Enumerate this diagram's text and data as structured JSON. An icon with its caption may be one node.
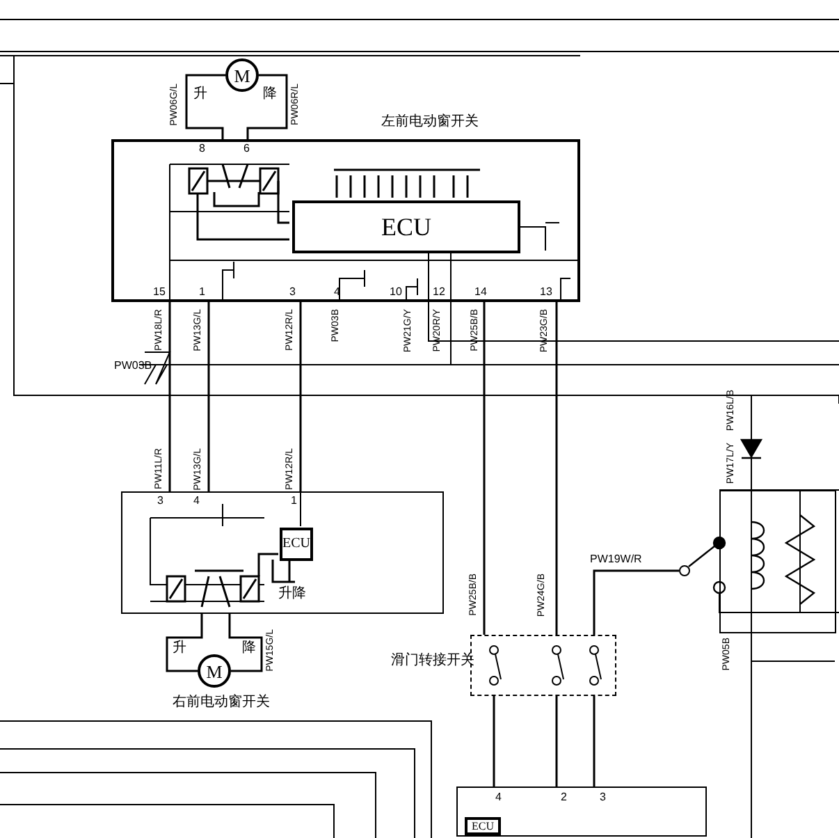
{
  "diagram": {
    "nodes": [
      {
        "text": [
          "左前电动窗开关"
        ]
      },
      {
        "text": [
          "ECU"
        ],
        "in": 0
      },
      {
        "text": [
          "M"
        ]
      },
      {
        "text": [],
        "shape": "box"
      },
      {
        "text": [
          "ECU"
        ],
        "in": 3
      },
      {
        "text": [
          "M"
        ]
      },
      {
        "text": [
          "滑门转接开关"
        ]
      },
      {
        "text": [],
        "shape": "box"
      },
      {
        "text": [],
        "shape": "box"
      },
      {
        "text": [
          "ECU"
        ],
        "in": 8
      },
      {
        "text": [],
        "shape": "circle"
      }
    ],
    "edges": [
      {
        "from": 2,
        "to": 0,
        "arrow": "none"
      },
      {
        "from": 2,
        "to": 0,
        "arrow": "none"
      },
      {
        "from": 0,
        "to": 3,
        "arrow": "none"
      },
      {
        "from": 0,
        "to": 3,
        "arrow": "none"
      },
      {
        "from": 0,
        "to": 3,
        "arrow": "none"
      },
      {
        "from": 0,
        "to": 6,
        "arrow": "none"
      },
      {
        "from": 0,
        "to": 6,
        "arrow": "none"
      },
      {
        "from": 6,
        "to": 8,
        "arrow": "none"
      },
      {
        "from": 6,
        "to": 8,
        "arrow": "none"
      },
      {
        "from": 6,
        "to": 8,
        "arrow": "none"
      },
      {
        "from": 10,
        "to": 6,
        "arrow": "none"
      },
      {
        "from": 5,
        "to": 3,
        "arrow": "none"
      },
      {
        "from": 5,
        "to": 3,
        "arrow": "none"
      }
    ],
    "labels": [
      "PW06G/L",
      "升",
      "降",
      "PW06R/L",
      "8",
      "6",
      "15",
      "1",
      "3",
      "4",
      "10",
      "12",
      "14",
      "13",
      "PW18L/R",
      "PW13G/L",
      "PW12R/L",
      "PW03B",
      "PW21G/Y",
      "PW20R/Y",
      "PW25B/B",
      "PW23G/B",
      "PW03B",
      "PW11L/R",
      "PW13G/L",
      "PW12R/L",
      "3",
      "4",
      "1",
      "升降",
      "升",
      "降",
      "PW15G/L",
      "PW25B/B",
      "PW24G/B",
      "PW19W/R",
      "4",
      "2",
      "3",
      "PW17L/Y",
      "PW16L/B",
      "PW05B",
      "右前电动窗开关"
    ]
  }
}
